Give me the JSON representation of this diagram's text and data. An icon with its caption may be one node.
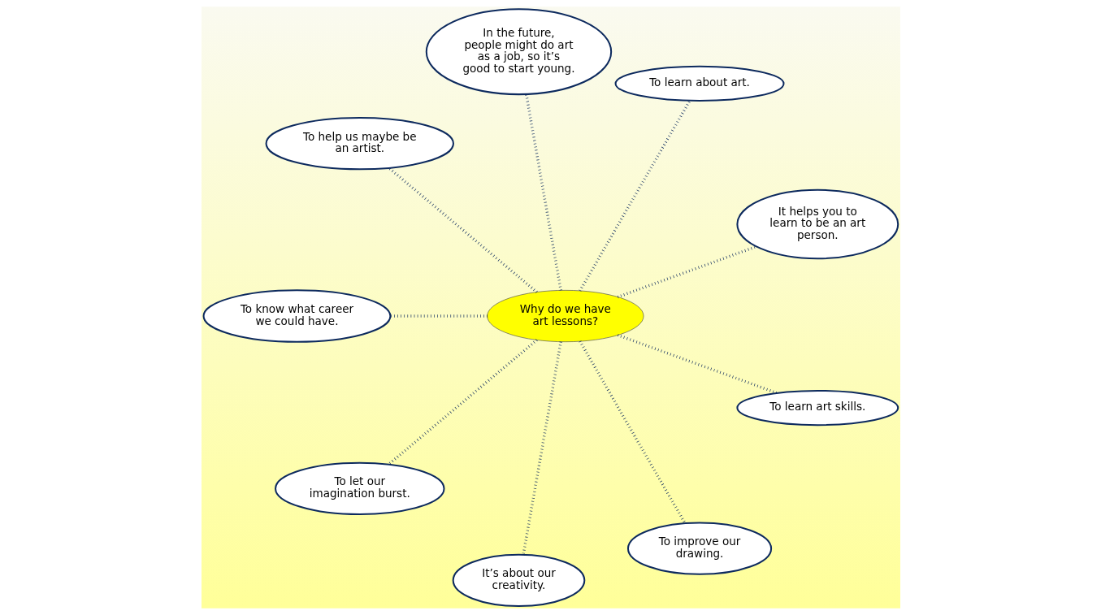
{
  "diagram": {
    "nodes": [
      {
        "text": [
          "It helps you to learn to be an art person."
        ]
      },
      {
        "text": [
          "To learn about art."
        ]
      },
      {
        "text": [
          "In the future, people might do art as a job, so it’s good to start young."
        ]
      },
      {
        "text": [
          "To help us maybe be an artist."
        ]
      },
      {
        "text": [
          "Why do we have art lessons?"
        ]
      },
      {
        "text": [
          "To know what career we could have."
        ]
      },
      {
        "text": [
          "To let our imagination burst."
        ]
      },
      {
        "text": [
          "It’s about our creativity."
        ]
      },
      {
        "text": [
          "To improve our drawing."
        ]
      },
      {
        "text": [
          "To learn art skills."
        ]
      }
    ],
    "edges": [
      {
        "from": 4,
        "to": 0,
        "arrow": "none",
        "style": "dashed"
      },
      {
        "from": 4,
        "to": 1,
        "arrow": "none",
        "style": "dashed"
      },
      {
        "from": 4,
        "to": 2,
        "arrow": "none",
        "style": "dashed"
      },
      {
        "from": 4,
        "to": 3,
        "arrow": "none",
        "style": "dashed"
      },
      {
        "from": 4,
        "to": 5,
        "arrow": "none",
        "style": "dashed"
      },
      {
        "from": 4,
        "to": 6,
        "arrow": "none",
        "style": "dashed"
      },
      {
        "from": 4,
        "to": 7,
        "arrow": "none",
        "style": "dashed"
      },
      {
        "from": 4,
        "to": 8,
        "arrow": "none",
        "style": "dashed"
      },
      {
        "from": 4,
        "to": 9,
        "arrow": "none",
        "style": "dashed"
      }
    ]
  }
}
